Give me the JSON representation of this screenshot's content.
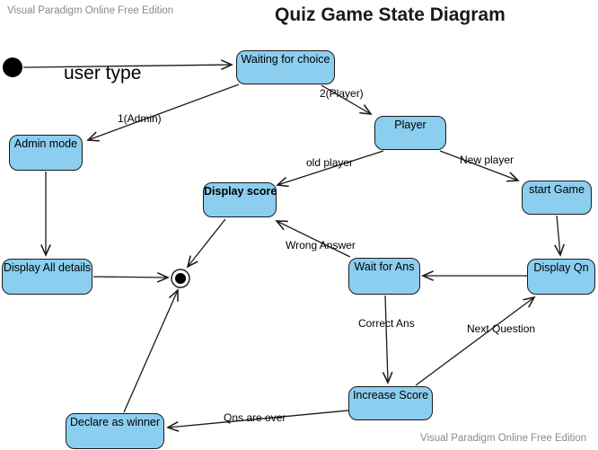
{
  "diagram": {
    "title": "Quiz Game State Diagram",
    "watermark_top": "Visual Paradigm Online Free Edition",
    "watermark_bottom": "Visual Paradigm Online Free Edition"
  },
  "colors": {
    "state_fill": "#8bceef",
    "state_border": "#1a1a1a",
    "line": "#1a1a1a",
    "watermark": "#8a8a8a"
  },
  "states": {
    "waiting": {
      "label": "Waiting for choice"
    },
    "player": {
      "label": "Player"
    },
    "admin": {
      "label": "Admin mode"
    },
    "start_game": {
      "label": "start Game"
    },
    "display_score": {
      "label": "Display score"
    },
    "display_all": {
      "label": "Display All details"
    },
    "wait_ans": {
      "label": "Wait for Ans"
    },
    "display_qn": {
      "label": "Display Qn"
    },
    "increase_score": {
      "label": "Increase Score"
    },
    "declare_winner": {
      "label": "Declare as winner"
    }
  },
  "transitions": {
    "user_type": {
      "label": "user type"
    },
    "player2": {
      "label": "2(Player)"
    },
    "admin1": {
      "label": "1(Admin)"
    },
    "old_player": {
      "label": "old player"
    },
    "new_player": {
      "label": "New player"
    },
    "wrong_answer": {
      "label": "Wrong Answer"
    },
    "correct_ans": {
      "label": "Correct Ans"
    },
    "next_question": {
      "label": "Next Question"
    },
    "qns_over": {
      "label": "Qns are over"
    }
  }
}
